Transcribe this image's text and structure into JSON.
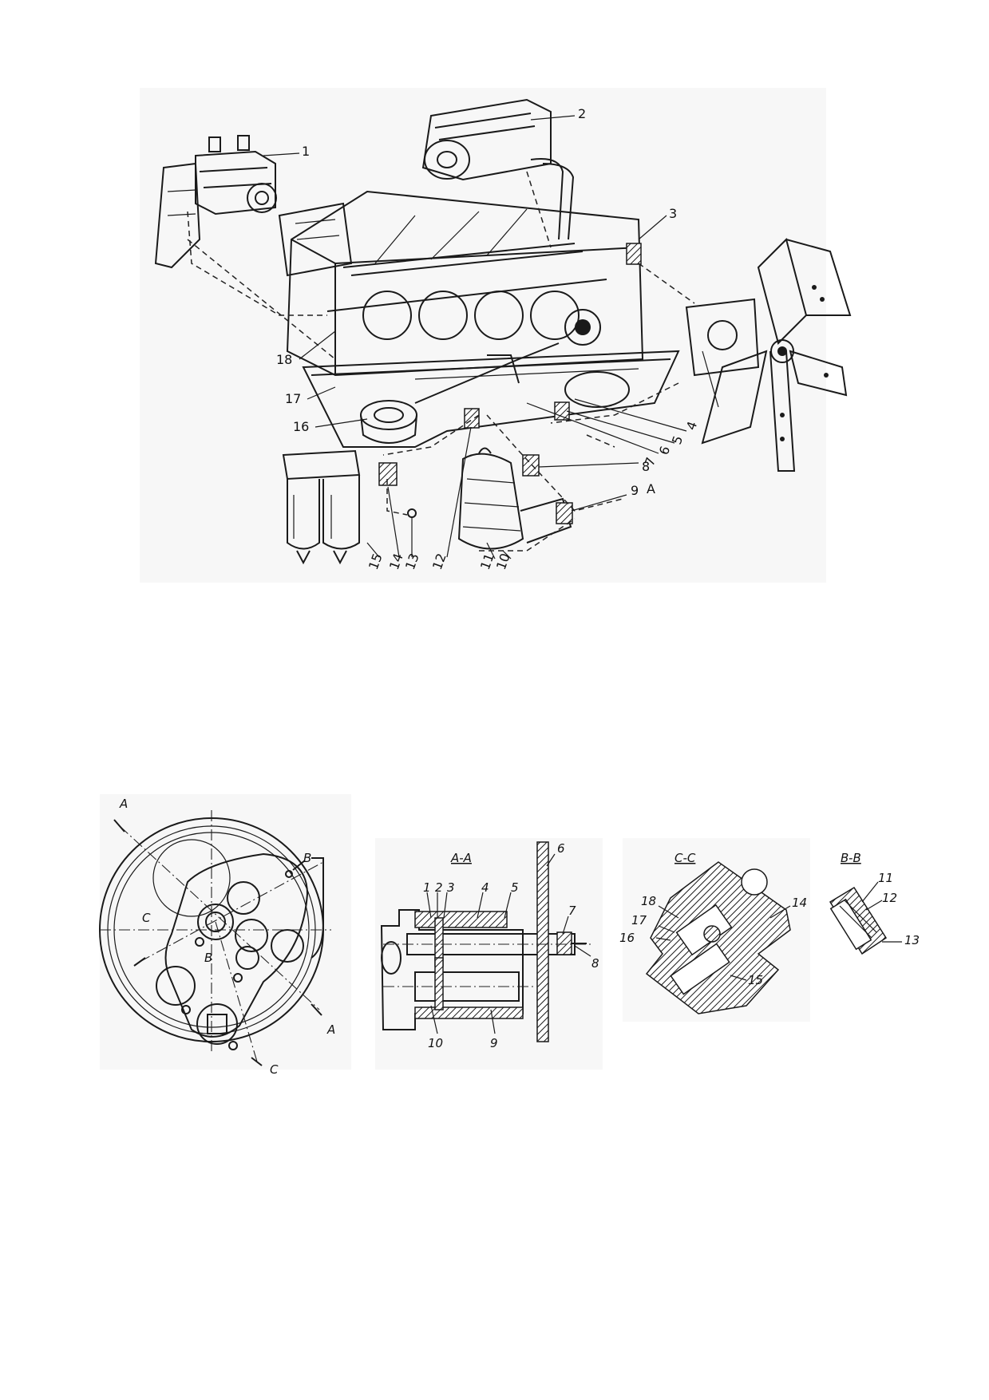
{
  "top_figure": {
    "labels": [
      "1",
      "2",
      "3",
      "4",
      "5",
      "6",
      "7",
      "8",
      "9",
      "A",
      "10",
      "11",
      "12",
      "13",
      "14",
      "15",
      "16",
      "17",
      "18"
    ]
  },
  "bottom_figures": {
    "plan_view": {
      "labels": [
        "A",
        "B",
        "C",
        "B",
        "A",
        "C"
      ]
    },
    "section_aa": {
      "title": "A-A",
      "labels": [
        "1",
        "2",
        "3",
        "4",
        "5",
        "6",
        "7",
        "8",
        "9",
        "10"
      ]
    },
    "section_cc": {
      "title": "C-C",
      "labels": [
        "18",
        "14",
        "17",
        "16",
        "15"
      ]
    },
    "section_bb": {
      "title": "B-B",
      "labels": [
        "11",
        "12",
        "13"
      ]
    }
  }
}
